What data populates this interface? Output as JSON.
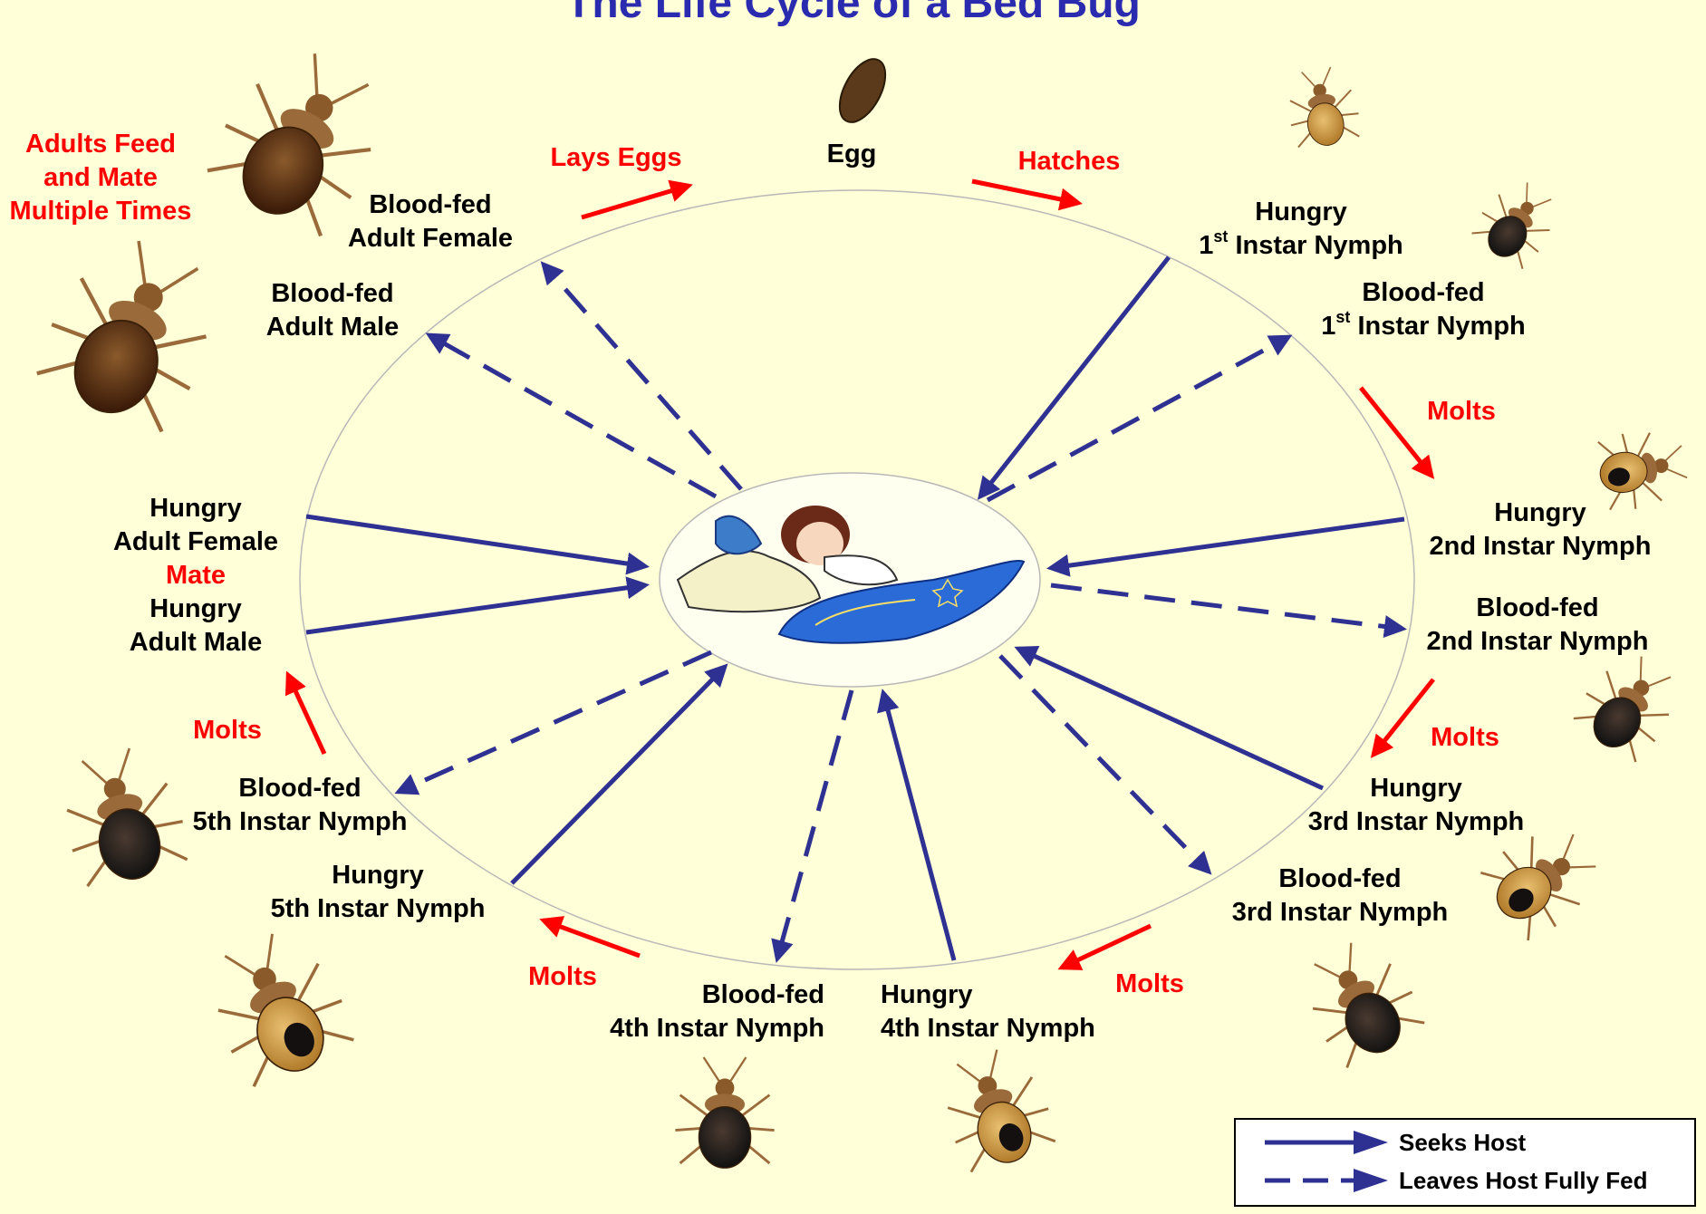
{
  "title": "The Life Cycle of a Bed Bug",
  "colors": {
    "background": "#FFFFD8",
    "title": "#2B2BB0",
    "arrow_blue": "#2E3192",
    "arrow_red": "#FF0000",
    "label": "#000000"
  },
  "stages": {
    "egg": "Egg",
    "bf_adult_female": [
      "Blood-fed",
      "Adult Female"
    ],
    "bf_adult_male": [
      "Blood-fed",
      "Adult Male"
    ],
    "hungry_1st": [
      "Hungry",
      "1",
      "st",
      " Instar Nymph"
    ],
    "bf_1st": [
      "Blood-fed",
      "1",
      "st",
      " Instar Nymph"
    ],
    "hungry_2nd": [
      "Hungry",
      "2nd Instar Nymph"
    ],
    "bf_2nd": [
      "Blood-fed",
      "2nd Instar Nymph"
    ],
    "hungry_3rd": [
      "Hungry",
      "3rd Instar Nymph"
    ],
    "bf_3rd": [
      "Blood-fed",
      "3rd Instar Nymph"
    ],
    "hungry_4th": [
      "Hungry",
      "4th Instar Nymph"
    ],
    "bf_4th": [
      "Blood-fed",
      "4th Instar Nymph"
    ],
    "hungry_5th": [
      "Hungry",
      "5th Instar Nymph"
    ],
    "bf_5th": [
      "Blood-fed",
      "5th Instar Nymph"
    ],
    "hungry_adults": {
      "line1": "Hungry",
      "line2": "Adult Female",
      "mate": "Mate",
      "line3": "Hungry",
      "line4": "Adult Male"
    }
  },
  "events": {
    "lays_eggs": "Lays Eggs",
    "hatches": "Hatches",
    "molts": "Molts",
    "adults_feed": [
      "Adults Feed",
      "and Mate",
      "Multiple Times"
    ]
  },
  "legend": {
    "seeks_host": "Seeks Host",
    "leaves_host": "Leaves Host Fully Fed"
  },
  "icons": {
    "egg": "egg-icon",
    "bug": "bed-bug-icon",
    "host": "sleeping-woman-icon"
  }
}
